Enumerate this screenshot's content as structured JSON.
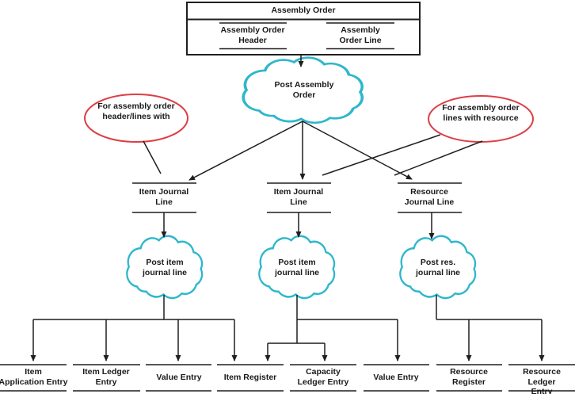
{
  "colors": {
    "cloud_stroke": "#2eb7cb",
    "callout_stroke": "#dd3e46",
    "line": "#1f1f1f"
  },
  "assembly_order_box": {
    "title": "Assembly Order",
    "header_field": "Assembly Order\nHeader",
    "line_field": "Assembly\nOrder Line"
  },
  "callouts": {
    "left": "For assembly order\nheader/lines with",
    "right": "For assembly order\nlines with resource"
  },
  "processes": {
    "post_assembly_order": "Post Assembly\nOrder",
    "post_item_journal_line_1": "Post item\njournal line",
    "post_item_journal_line_2": "Post item\njournal line",
    "post_resource_journal_line": "Post res.\njournal line"
  },
  "journal_tables": {
    "item_1": "Item Journal\nLine",
    "item_2": "Item Journal\nLine",
    "resource": "Resource\nJournal Line"
  },
  "ledger_tables": [
    {
      "label": "Item\nApplication Entry"
    },
    {
      "label": "Item Ledger\nEntry"
    },
    {
      "label": "Value Entry"
    },
    {
      "label": "Item Register"
    },
    {
      "label": "Capacity\nLedger Entry"
    },
    {
      "label": "Value Entry"
    },
    {
      "label": "Resource\nRegister"
    },
    {
      "label": "Resource\nLedger Entry"
    }
  ]
}
